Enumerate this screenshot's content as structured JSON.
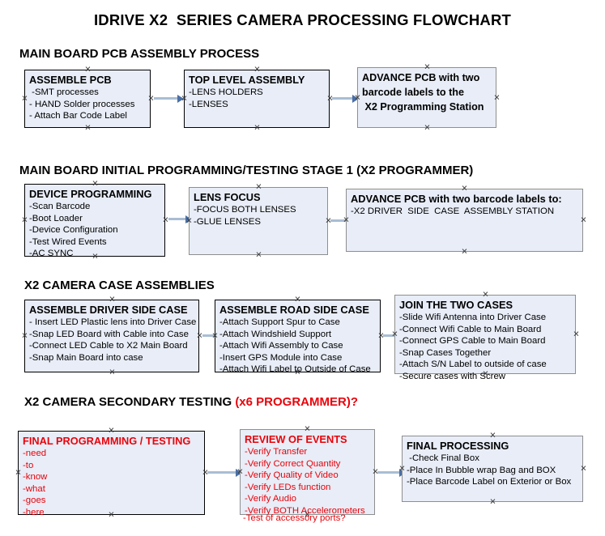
{
  "document": {
    "title": "IDRIVE X2  SERIES CAMERA PROCESSING FLOWCHART",
    "accent_color": "#e8030b",
    "box_fill_color": "#e8edf7",
    "connector_color": "#a9bdd4",
    "arrowhead_color": "#4a6fa5"
  },
  "sections": [
    {
      "id": "pcb-assembly",
      "heading": "MAIN BOARD PCB ASSEMBLY PROCESS",
      "heading_accent": "",
      "boxes": [
        {
          "id": "assemble-pcb",
          "title": "ASSEMBLE PCB",
          "lines": [
            " -SMT processes",
            "- HAND Solder processes",
            "- Attach Bar Code Label"
          ]
        },
        {
          "id": "top-level-assembly",
          "title": "TOP LEVEL ASSEMBLY",
          "lines": [
            "-LENS HOLDERS",
            "-LENSES"
          ]
        },
        {
          "id": "advance-pcb-programming-station",
          "title": "ADVANCE PCB with two",
          "lines": [
            "barcode labels to the",
            " X2 Programming Station"
          ]
        }
      ]
    },
    {
      "id": "initial-programming",
      "heading": "MAIN BOARD INITIAL PROGRAMMING/TESTING STAGE 1 (X2 PROGRAMMER)",
      "heading_accent": "",
      "boxes": [
        {
          "id": "device-programming",
          "title": "DEVICE PROGRAMMING",
          "lines": [
            "-Scan Barcode",
            "-Boot Loader",
            "-Device Configuration",
            "-Test Wired Events",
            "-AC SYNC"
          ]
        },
        {
          "id": "lens-focus",
          "title": "LENS FOCUS",
          "lines": [
            "-FOCUS BOTH LENSES",
            "-GLUE LENSES"
          ]
        },
        {
          "id": "advance-pcb-driver-side-station",
          "title": "ADVANCE PCB with two barcode labels to:",
          "lines": [
            "-X2 DRIVER  SIDE  CASE  ASSEMBLY STATION"
          ]
        }
      ]
    },
    {
      "id": "case-assemblies",
      "heading": "X2 CAMERA CASE ASSEMBLIES",
      "heading_accent": "",
      "boxes": [
        {
          "id": "assemble-driver-side-case",
          "title": "ASSEMBLE DRIVER SIDE CASE",
          "lines": [
            "- Insert LED Plastic lens into Driver Case",
            "-Snap LED Board with Cable into Case",
            "-Connect LED Cable to X2 Main Board",
            "-Snap Main Board into case"
          ]
        },
        {
          "id": "assemble-road-side-case",
          "title": "ASSEMBLE ROAD SIDE CASE",
          "lines": [
            "-Attach Support Spur to Case",
            "-Attach Windshield Support",
            "-Attach Wifi Assembly to Case",
            "-Insert GPS Module into Case",
            "-Attach Wifi Label to Outside of Case"
          ]
        },
        {
          "id": "join-the-two-cases",
          "title": "JOIN THE TWO CASES",
          "lines": [
            "-Slide Wifi Antenna into Driver Case",
            "-Connect Wifi Cable to Main Board",
            "-Connect GPS Cable to Main Board",
            "-Snap Cases Together",
            "-Attach S/N Label to outside of case",
            "-Secure cases with Screw"
          ]
        }
      ]
    },
    {
      "id": "secondary-testing",
      "heading": "X2 CAMERA SECONDARY TESTING ",
      "heading_accent": "(x6 PROGRAMMER)?",
      "boxes": [
        {
          "id": "final-programming-testing",
          "title": "FINAL PROGRAMMING / TESTING",
          "lines": [
            "-need",
            "-to",
            "-know",
            "-what",
            "-goes",
            "-here"
          ]
        },
        {
          "id": "review-of-events",
          "title": "REVIEW OF EVENTS",
          "lines": [
            "-Verify Transfer",
            "-Verify Correct Quantity",
            "-Verify Quality of Video",
            "-Verify LEDs function",
            "-Verify Audio",
            "-Verify BOTH Accelerometers"
          ],
          "overflow_line": "-Test of accessory ports?"
        },
        {
          "id": "final-processing",
          "title": "FINAL PROCESSING",
          "lines": [
            " -Check Final Box",
            "-Place In Bubble wrap Bag and BOX",
            "-Place Barcode Label on Exterior or Box"
          ]
        }
      ]
    }
  ]
}
